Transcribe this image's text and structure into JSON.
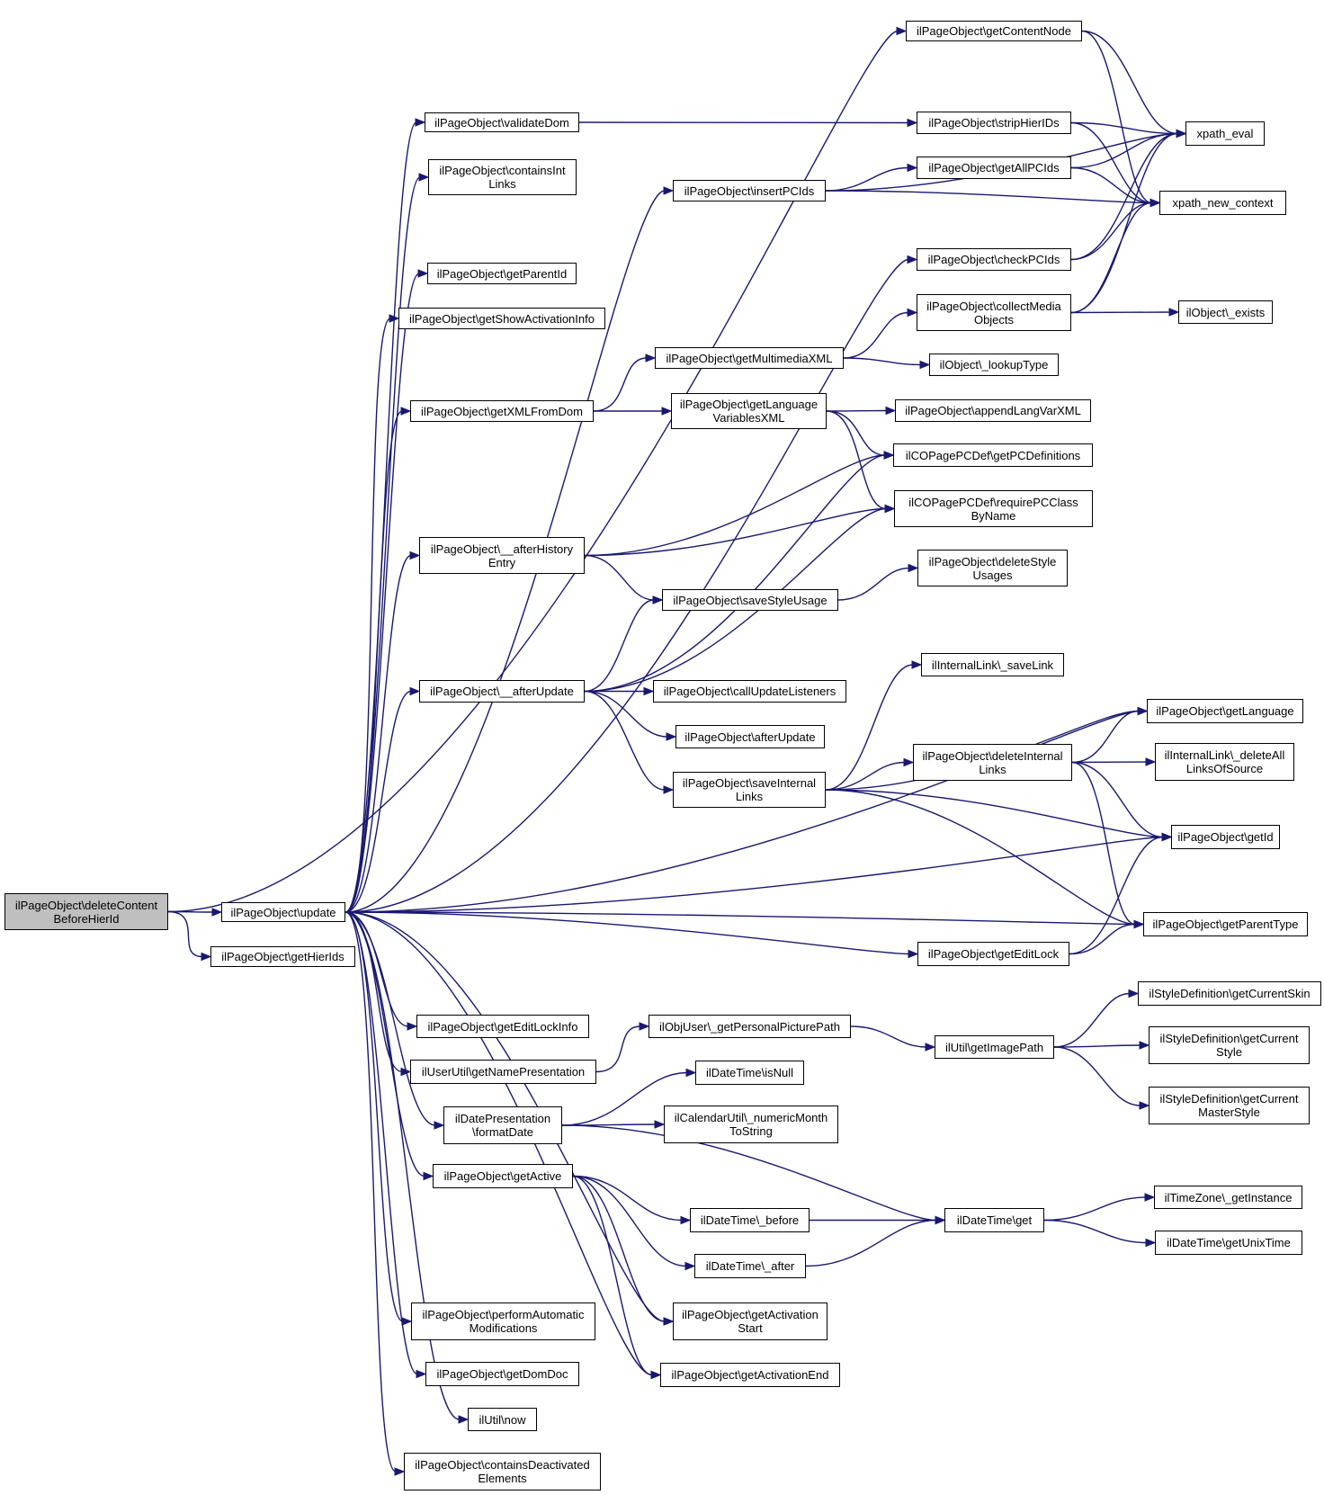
{
  "nodes": [
    {
      "id": "n0",
      "lines": [
        "ilPageObject\\deleteContent",
        "BeforeHierId"
      ],
      "focus": true
    },
    {
      "id": "n1",
      "lines": [
        "ilPageObject\\update"
      ]
    },
    {
      "id": "n2",
      "lines": [
        "ilPageObject\\getHierIds"
      ]
    },
    {
      "id": "n3",
      "lines": [
        "ilPageObject\\getContentNode"
      ]
    },
    {
      "id": "n4",
      "lines": [
        "ilPageObject\\validateDom"
      ]
    },
    {
      "id": "n5",
      "lines": [
        "ilPageObject\\containsInt",
        "Links"
      ]
    },
    {
      "id": "n6",
      "lines": [
        "ilPageObject\\insertPCIds"
      ]
    },
    {
      "id": "n7",
      "lines": [
        "ilPageObject\\getParentId"
      ]
    },
    {
      "id": "n8",
      "lines": [
        "ilPageObject\\getShowActivationInfo"
      ]
    },
    {
      "id": "n9",
      "lines": [
        "ilPageObject\\getXMLFromDom"
      ]
    },
    {
      "id": "n10",
      "lines": [
        "ilPageObject\\getMultimediaXML"
      ]
    },
    {
      "id": "n11",
      "lines": [
        "ilPageObject\\getLanguage",
        "VariablesXML"
      ]
    },
    {
      "id": "n12",
      "lines": [
        "ilPageObject\\__afterHistory",
        "Entry"
      ]
    },
    {
      "id": "n13",
      "lines": [
        "ilPageObject\\saveStyleUsage"
      ]
    },
    {
      "id": "n14",
      "lines": [
        "ilPageObject\\__afterUpdate"
      ]
    },
    {
      "id": "n15",
      "lines": [
        "ilPageObject\\callUpdateListeners"
      ]
    },
    {
      "id": "n16",
      "lines": [
        "ilPageObject\\afterUpdate"
      ]
    },
    {
      "id": "n17",
      "lines": [
        "ilPageObject\\saveInternal",
        "Links"
      ]
    },
    {
      "id": "n18",
      "lines": [
        "ilPageObject\\stripHierIDs"
      ]
    },
    {
      "id": "n19",
      "lines": [
        "ilPageObject\\getAllPCIds"
      ]
    },
    {
      "id": "n20",
      "lines": [
        "ilPageObject\\checkPCIds"
      ]
    },
    {
      "id": "n21",
      "lines": [
        "ilPageObject\\collectMedia",
        "Objects"
      ]
    },
    {
      "id": "n22",
      "lines": [
        "ilObject\\_lookupType"
      ]
    },
    {
      "id": "n23",
      "lines": [
        "ilPageObject\\appendLangVarXML"
      ]
    },
    {
      "id": "n24",
      "lines": [
        "ilCOPagePCDef\\getPCDefinitions"
      ]
    },
    {
      "id": "n25",
      "lines": [
        "ilCOPagePCDef\\requirePCClass",
        "ByName"
      ]
    },
    {
      "id": "n26",
      "lines": [
        "ilPageObject\\deleteStyle",
        "Usages"
      ]
    },
    {
      "id": "n27",
      "lines": [
        "ilInternalLink\\_saveLink"
      ]
    },
    {
      "id": "n28",
      "lines": [
        "ilPageObject\\deleteInternal",
        "Links"
      ]
    },
    {
      "id": "n29",
      "lines": [
        "xpath_eval"
      ]
    },
    {
      "id": "n30",
      "lines": [
        "xpath_new_context"
      ]
    },
    {
      "id": "n31",
      "lines": [
        "ilObject\\_exists"
      ]
    },
    {
      "id": "n32",
      "lines": [
        "ilPageObject\\getLanguage"
      ]
    },
    {
      "id": "n33",
      "lines": [
        "ilInternalLink\\_deleteAll",
        "LinksOfSource"
      ]
    },
    {
      "id": "n34",
      "lines": [
        "ilPageObject\\getId"
      ]
    },
    {
      "id": "n35",
      "lines": [
        "ilPageObject\\getParentType"
      ]
    },
    {
      "id": "n36",
      "lines": [
        "ilPageObject\\getEditLock"
      ]
    },
    {
      "id": "n37",
      "lines": [
        "ilPageObject\\getEditLockInfo"
      ]
    },
    {
      "id": "n38",
      "lines": [
        "ilObjUser\\_getPersonalPicturePath"
      ]
    },
    {
      "id": "n39",
      "lines": [
        "ilUserUtil\\getNamePresentation"
      ]
    },
    {
      "id": "n40",
      "lines": [
        "ilUtil\\getImagePath"
      ]
    },
    {
      "id": "n41",
      "lines": [
        "ilStyleDefinition\\getCurrentSkin"
      ]
    },
    {
      "id": "n42",
      "lines": [
        "ilStyleDefinition\\getCurrent",
        "Style"
      ]
    },
    {
      "id": "n43",
      "lines": [
        "ilStyleDefinition\\getCurrent",
        "MasterStyle"
      ]
    },
    {
      "id": "n44",
      "lines": [
        "ilDatePresentation",
        "\\formatDate"
      ]
    },
    {
      "id": "n45",
      "lines": [
        "ilDateTime\\isNull"
      ]
    },
    {
      "id": "n46",
      "lines": [
        "ilCalendarUtil\\_numericMonth",
        "ToString"
      ]
    },
    {
      "id": "n47",
      "lines": [
        "ilPageObject\\getActive"
      ]
    },
    {
      "id": "n48",
      "lines": [
        "ilDateTime\\_before"
      ]
    },
    {
      "id": "n49",
      "lines": [
        "ilDateTime\\get"
      ]
    },
    {
      "id": "n50",
      "lines": [
        "ilTimeZone\\_getInstance"
      ]
    },
    {
      "id": "n51",
      "lines": [
        "ilDateTime\\getUnixTime"
      ]
    },
    {
      "id": "n52",
      "lines": [
        "ilDateTime\\_after"
      ]
    },
    {
      "id": "n53",
      "lines": [
        "ilPageObject\\performAutomatic",
        "Modifications"
      ]
    },
    {
      "id": "n54",
      "lines": [
        "ilPageObject\\getActivation",
        "Start"
      ]
    },
    {
      "id": "n55",
      "lines": [
        "ilPageObject\\getDomDoc"
      ]
    },
    {
      "id": "n56",
      "lines": [
        "ilPageObject\\getActivationEnd"
      ]
    },
    {
      "id": "n57",
      "lines": [
        "ilUtil\\now"
      ]
    },
    {
      "id": "n58",
      "lines": [
        "ilPageObject\\containsDeactivated",
        "Elements"
      ]
    }
  ],
  "edges": [
    [
      "n0",
      "n1"
    ],
    [
      "n0",
      "n2"
    ],
    [
      "n0",
      "n3"
    ],
    [
      "n1",
      "n4"
    ],
    [
      "n1",
      "n5"
    ],
    [
      "n1",
      "n6"
    ],
    [
      "n1",
      "n7"
    ],
    [
      "n1",
      "n8"
    ],
    [
      "n1",
      "n20"
    ],
    [
      "n1",
      "n9"
    ],
    [
      "n1",
      "n12"
    ],
    [
      "n1",
      "n14"
    ],
    [
      "n1",
      "n32"
    ],
    [
      "n1",
      "n34"
    ],
    [
      "n1",
      "n36"
    ],
    [
      "n1",
      "n35"
    ],
    [
      "n1",
      "n37"
    ],
    [
      "n1",
      "n39"
    ],
    [
      "n1",
      "n44"
    ],
    [
      "n1",
      "n47"
    ],
    [
      "n1",
      "n53"
    ],
    [
      "n1",
      "n55"
    ],
    [
      "n1",
      "n57"
    ],
    [
      "n1",
      "n58"
    ],
    [
      "n1",
      "n54"
    ],
    [
      "n1",
      "n56"
    ],
    [
      "n3",
      "n29"
    ],
    [
      "n3",
      "n30"
    ],
    [
      "n4",
      "n18"
    ],
    [
      "n6",
      "n29"
    ],
    [
      "n6",
      "n19"
    ],
    [
      "n6",
      "n30"
    ],
    [
      "n18",
      "n29"
    ],
    [
      "n18",
      "n30"
    ],
    [
      "n19",
      "n29"
    ],
    [
      "n19",
      "n30"
    ],
    [
      "n20",
      "n29"
    ],
    [
      "n20",
      "n30"
    ],
    [
      "n21",
      "n29"
    ],
    [
      "n21",
      "n30"
    ],
    [
      "n21",
      "n31"
    ],
    [
      "n9",
      "n10"
    ],
    [
      "n9",
      "n11"
    ],
    [
      "n10",
      "n21"
    ],
    [
      "n10",
      "n22"
    ],
    [
      "n11",
      "n23"
    ],
    [
      "n11",
      "n24"
    ],
    [
      "n11",
      "n25"
    ],
    [
      "n12",
      "n24"
    ],
    [
      "n12",
      "n25"
    ],
    [
      "n12",
      "n13"
    ],
    [
      "n13",
      "n26"
    ],
    [
      "n14",
      "n24"
    ],
    [
      "n14",
      "n13"
    ],
    [
      "n14",
      "n25"
    ],
    [
      "n14",
      "n15"
    ],
    [
      "n14",
      "n16"
    ],
    [
      "n14",
      "n17"
    ],
    [
      "n17",
      "n27"
    ],
    [
      "n17",
      "n32"
    ],
    [
      "n17",
      "n28"
    ],
    [
      "n17",
      "n34"
    ],
    [
      "n17",
      "n35"
    ],
    [
      "n28",
      "n32"
    ],
    [
      "n28",
      "n33"
    ],
    [
      "n28",
      "n34"
    ],
    [
      "n28",
      "n35"
    ],
    [
      "n36",
      "n34"
    ],
    [
      "n36",
      "n35"
    ],
    [
      "n39",
      "n38"
    ],
    [
      "n38",
      "n40"
    ],
    [
      "n40",
      "n41"
    ],
    [
      "n40",
      "n42"
    ],
    [
      "n40",
      "n43"
    ],
    [
      "n44",
      "n45"
    ],
    [
      "n44",
      "n46"
    ],
    [
      "n44",
      "n49"
    ],
    [
      "n47",
      "n48"
    ],
    [
      "n47",
      "n52"
    ],
    [
      "n47",
      "n54"
    ],
    [
      "n47",
      "n56"
    ],
    [
      "n48",
      "n49"
    ],
    [
      "n52",
      "n49"
    ],
    [
      "n49",
      "n50"
    ],
    [
      "n49",
      "n51"
    ]
  ]
}
